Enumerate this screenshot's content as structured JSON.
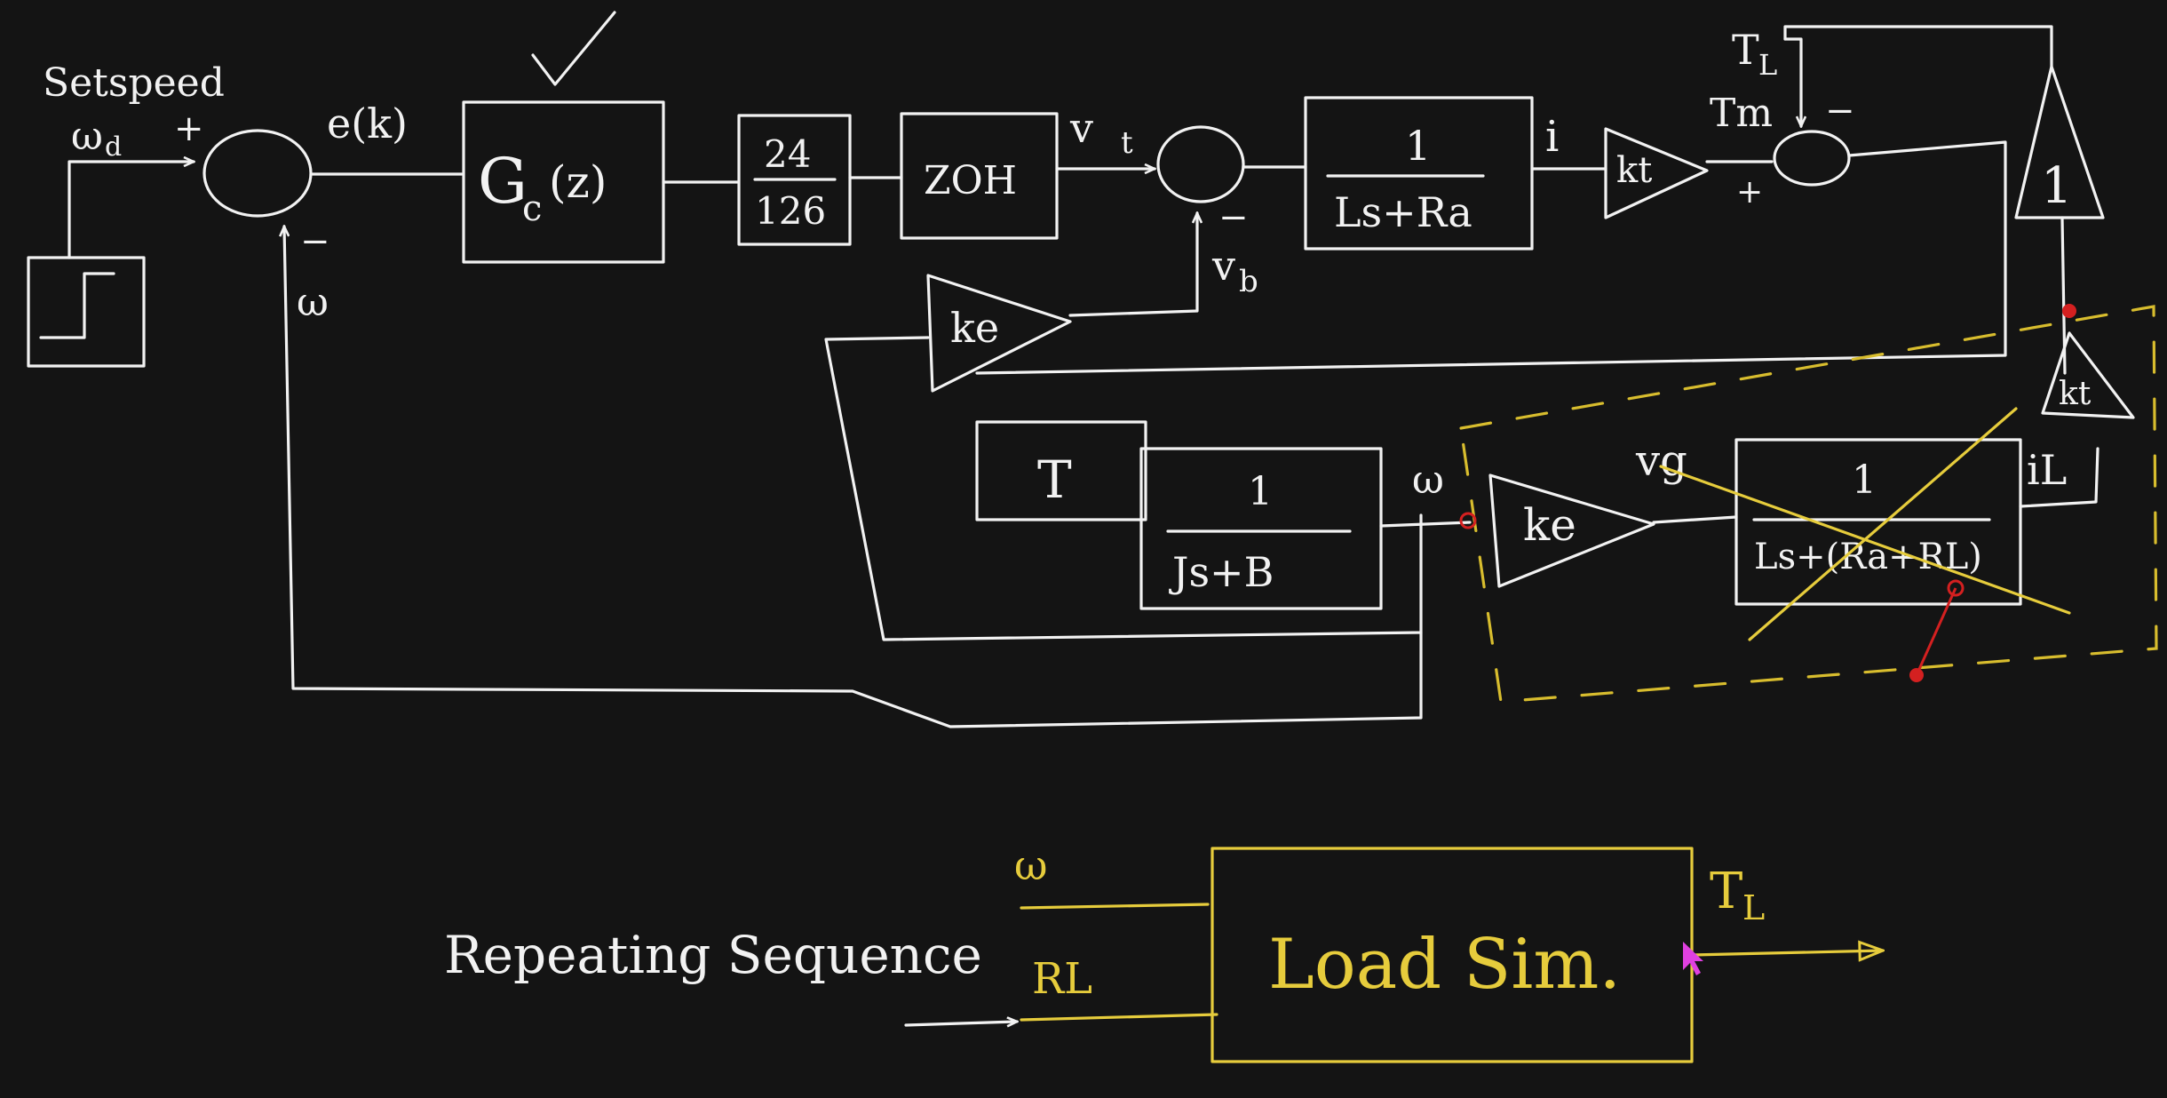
{
  "colors": {
    "background": "#141414",
    "ink": "#f2f2f2",
    "highlight": "#e6cc3c",
    "marker": "#d42020"
  },
  "labels": {
    "setspeed": "Setspeed",
    "omega_d": "ω",
    "omega_d_sub": "d",
    "plus_in": "+",
    "error": "e(k)",
    "minus_feedback": "−",
    "omega_fb": "ω",
    "controller": "G",
    "controller_sub": "c",
    "controller_arg": "(z)",
    "gain_num": "24",
    "gain_den": "126",
    "zoh": "ZOH",
    "vt": "v",
    "vt_sub": "t",
    "vb": "v",
    "vb_sub": "b",
    "minus_vb": "−",
    "elec_num": "1",
    "elec_den": "Ls+Ra",
    "current": "i",
    "kt": "kt",
    "tl_top": "T",
    "tl_top_sub": "L",
    "tm": "Tm",
    "minus_tl": "−",
    "plus_tm": "+",
    "unity": "1",
    "ke_back": "ke",
    "T": "T",
    "mech_num": "1",
    "mech_den": "Js+B",
    "omega_out": "ω",
    "ke_load": "ke",
    "vg": "vg",
    "load_num": "1",
    "load_den": "Ls+(Ra+RL)",
    "il": "iL",
    "kt_load": "kt"
  },
  "load_block": {
    "input_w": "ω",
    "input_rl": "RL",
    "title": "Load Sim.",
    "output": "T",
    "output_sub": "L"
  },
  "source_label": "Repeating Sequence"
}
